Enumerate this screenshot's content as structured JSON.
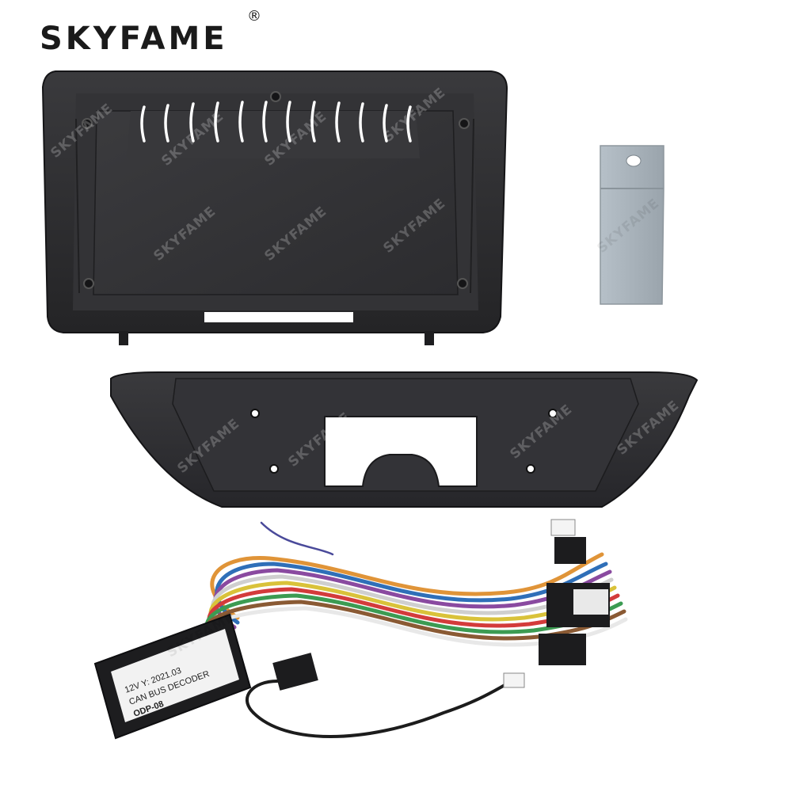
{
  "brand": {
    "logo_text": "SKYFAME",
    "registered_mark": "®",
    "watermark_text": "SKYFAME"
  },
  "product_parts": [
    {
      "name": "radio frame fascia"
    },
    {
      "name": "metal mounting bracket"
    },
    {
      "name": "lower trim panel"
    },
    {
      "name": "wiring harness with CAN bus decoder"
    }
  ],
  "decoder_label": {
    "model": "ODP-08",
    "line1": "CAN BUS DECODER",
    "line2": "12V  Y: 2021.03"
  },
  "colors": {
    "frame": "#2a2a2c",
    "bracket": "#a9b3bb",
    "background": "#ffffff"
  }
}
